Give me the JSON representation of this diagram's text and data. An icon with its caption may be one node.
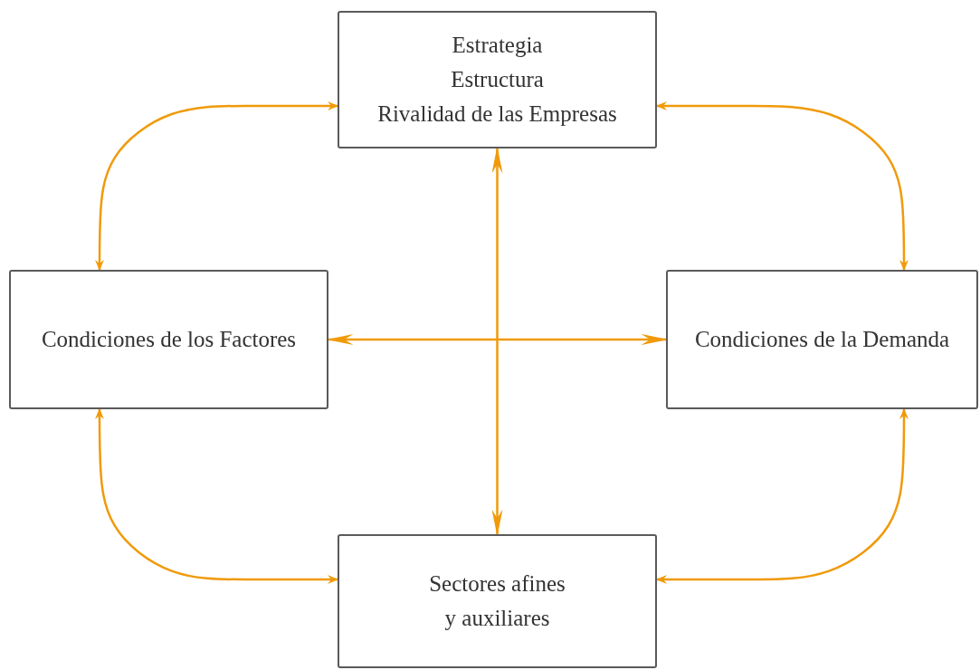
{
  "diagram": {
    "nodes": [
      {
        "text": [
          "Estrategia",
          "Estructura",
          "Rivalidad de las Empresas"
        ]
      },
      {
        "text": [
          "Condiciones de los Factores"
        ]
      },
      {
        "text": [
          "Condiciones de la Demanda"
        ]
      },
      {
        "text": [
          "Sectores afines",
          "y auxiliares"
        ]
      }
    ],
    "edges": [
      {
        "from": 1,
        "to": 0,
        "arrow": "both"
      },
      {
        "from": 0,
        "to": 2,
        "arrow": "both"
      },
      {
        "from": 1,
        "to": 3,
        "arrow": "both"
      },
      {
        "from": 2,
        "to": 3,
        "arrow": "both"
      },
      {
        "from": 0,
        "to": 3,
        "arrow": "both"
      },
      {
        "from": 1,
        "to": 2,
        "arrow": "both"
      }
    ]
  }
}
